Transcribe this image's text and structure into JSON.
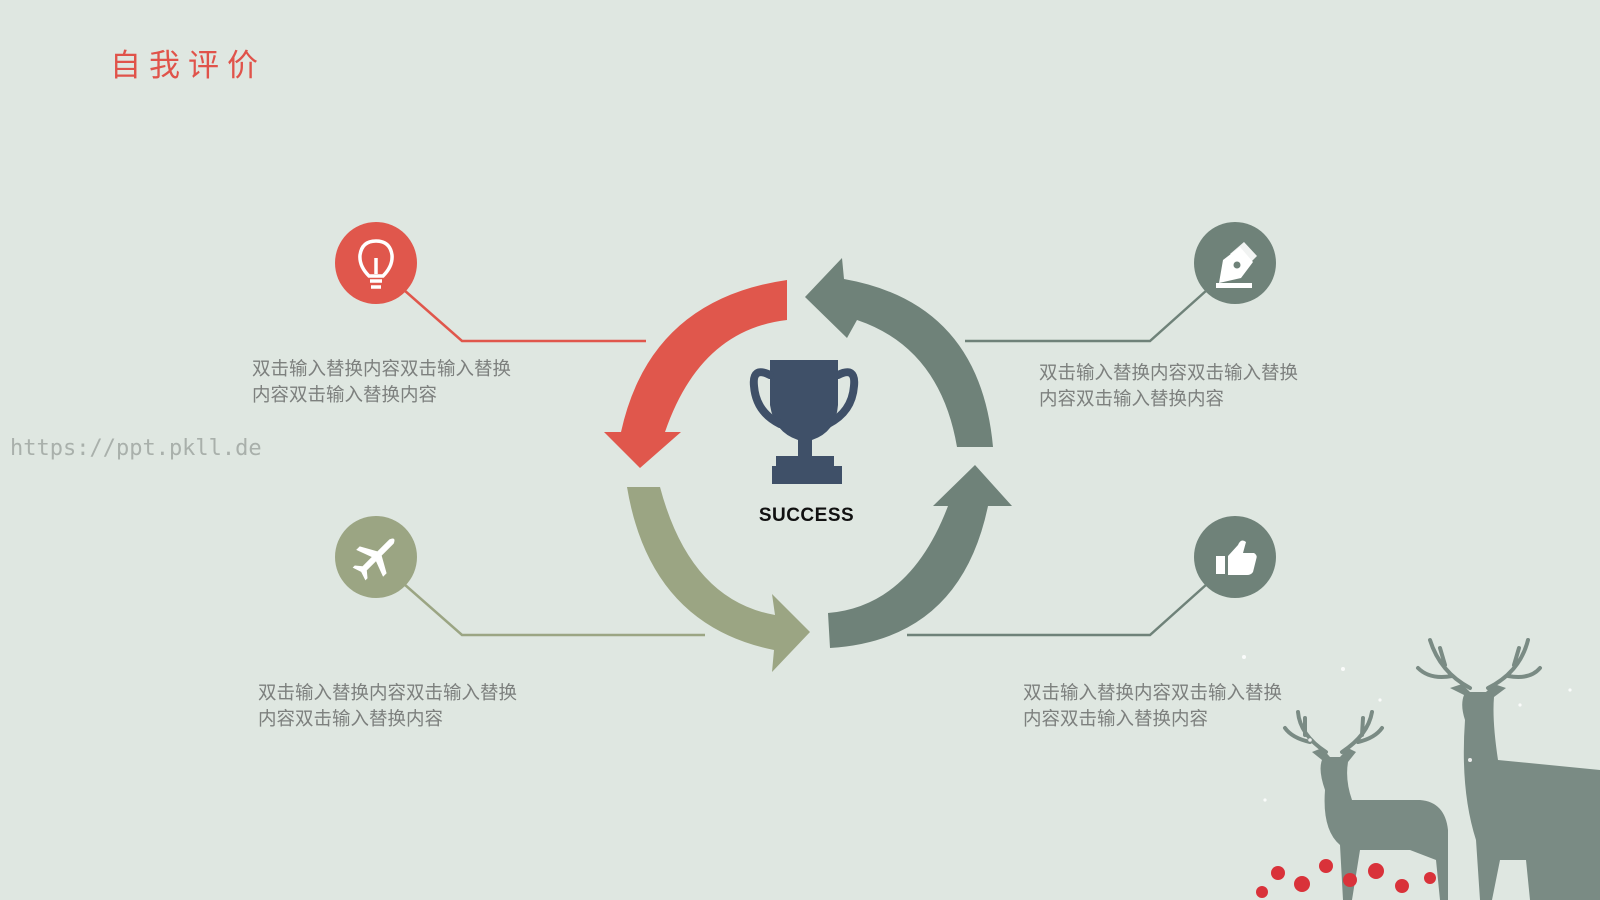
{
  "page": {
    "title": "自我评价",
    "watermark": "https://ppt.pkll.de"
  },
  "center": {
    "label": "SUCCESS",
    "icon": "trophy-icon"
  },
  "items": [
    {
      "position": "top-left",
      "icon": "lightbulb-icon",
      "color": "#e0574c",
      "text": "双击输入替换内容双击输入替换内容双击输入替换内容"
    },
    {
      "position": "top-right",
      "icon": "pen-nib-icon",
      "color": "#6f8279",
      "text": "双击输入替换内容双击输入替换内容双击输入替换内容"
    },
    {
      "position": "bottom-left",
      "icon": "airplane-icon",
      "color": "#9ba583",
      "text": "双击输入替换内容双击输入替换内容双击输入替换内容"
    },
    {
      "position": "bottom-right",
      "icon": "thumbs-up-icon",
      "color": "#6f8279",
      "text": "双击输入替换内容双击输入替换内容双击输入替换内容"
    }
  ],
  "colors": {
    "background": "#dfe7e1",
    "accent": "#e0534a",
    "sage": "#6f8279",
    "olive": "#9ba583",
    "trophy": "#3f5068"
  }
}
